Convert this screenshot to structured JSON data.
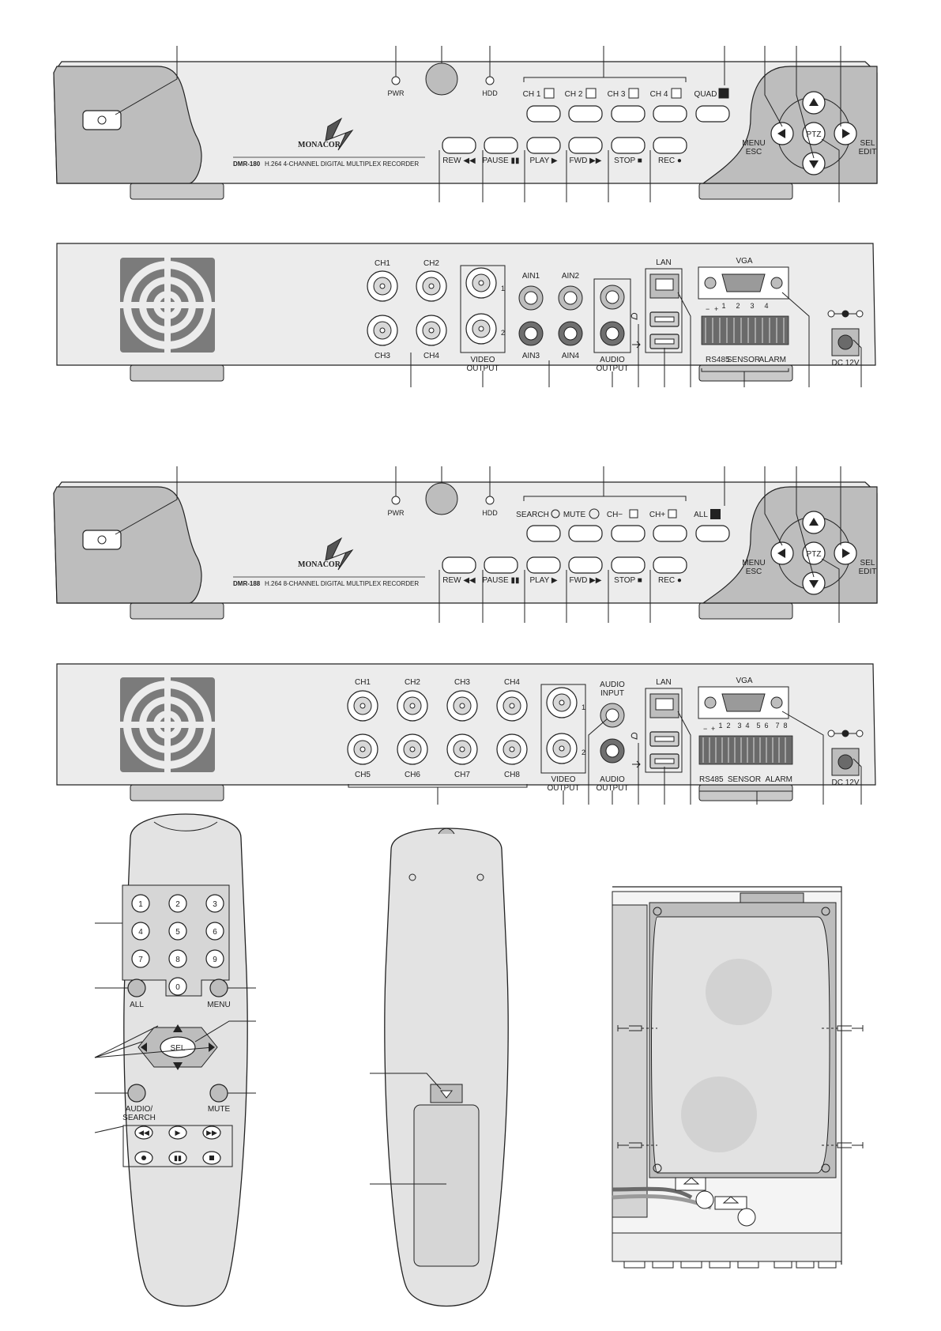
{
  "front_panel_1": {
    "pwr": "PWR",
    "hdd": "HDD",
    "channels": [
      "CH 1",
      "CH 2",
      "CH 3",
      "CH 4",
      "QUAD"
    ],
    "transport": [
      "REW ◀◀",
      "PAUSE ▮▮",
      "PLAY ▶",
      "FWD ▶▶",
      "STOP ■",
      "REC ●"
    ],
    "brand": "MONACOR",
    "model": "DMR-180",
    "description": "H.264 4-CHANNEL DIGITAL MULTIPLEX RECORDER",
    "menu_esc_1": "MENU",
    "menu_esc_2": "ESC",
    "sel_edit_1": "SEL",
    "sel_edit_2": "EDIT",
    "ptz": "PTZ"
  },
  "rear_panel_1": {
    "video_inputs_top": [
      "CH1",
      "CH2"
    ],
    "video_inputs_bottom": [
      "CH3",
      "CH4"
    ],
    "video_output_1": "VIDEO",
    "video_output_2": "OUTPUT",
    "vo_num_1": "1",
    "vo_num_2": "2",
    "audio_in_top": [
      "AIN1",
      "AIN2"
    ],
    "audio_in_bottom": [
      "AIN3",
      "AIN4"
    ],
    "audio_output_1": "AUDIO",
    "audio_output_2": "OUTPUT",
    "lan": "LAN",
    "vga": "VGA",
    "sensor_nums": [
      "1",
      "2",
      "3",
      "4"
    ],
    "rs485": "RS485",
    "sensor": "SENSOR",
    "alarm": "ALARM",
    "dc": "DC 12V",
    "rs_minus": "−",
    "rs_plus": "+"
  },
  "front_panel_2": {
    "pwr": "PWR",
    "hdd": "HDD",
    "buttons": [
      "SEARCH",
      "MUTE",
      "CH−",
      "CH+",
      "ALL"
    ],
    "transport": [
      "REW ◀◀",
      "PAUSE ▮▮",
      "PLAY ▶",
      "FWD ▶▶",
      "STOP ■",
      "REC ●"
    ],
    "brand": "MONACOR",
    "model": "DMR-188",
    "description": "H.264 8-CHANNEL DIGITAL MULTIPLEX RECORDER",
    "menu_esc_1": "MENU",
    "menu_esc_2": "ESC",
    "sel_edit_1": "SEL",
    "sel_edit_2": "EDIT",
    "ptz": "PTZ"
  },
  "rear_panel_2": {
    "video_inputs_top": [
      "CH1",
      "CH2",
      "CH3",
      "CH4"
    ],
    "video_inputs_bottom": [
      "CH5",
      "CH6",
      "CH7",
      "CH8"
    ],
    "video_output_1": "VIDEO",
    "video_output_2": "OUTPUT",
    "vo_num_1": "1",
    "vo_num_2": "2",
    "audio_input_1": "AUDIO",
    "audio_input_2": "INPUT",
    "audio_output_1": "AUDIO",
    "audio_output_2": "OUTPUT",
    "lan": "LAN",
    "vga": "VGA",
    "sensor_nums": [
      "1",
      "2",
      "3",
      "4",
      "5",
      "6",
      "7",
      "8"
    ],
    "rs485": "RS485",
    "sensor": "SENSOR",
    "alarm": "ALARM",
    "dc": "DC 12V",
    "rs_minus": "−",
    "rs_plus": "+"
  },
  "remote": {
    "digits": [
      "1",
      "2",
      "3",
      "4",
      "5",
      "6",
      "7",
      "8",
      "9",
      "0"
    ],
    "all": "ALL",
    "menu": "MENU",
    "sel": "SEL",
    "audio_search_1": "AUDIO/",
    "audio_search_2": "SEARCH",
    "mute": "MUTE"
  }
}
